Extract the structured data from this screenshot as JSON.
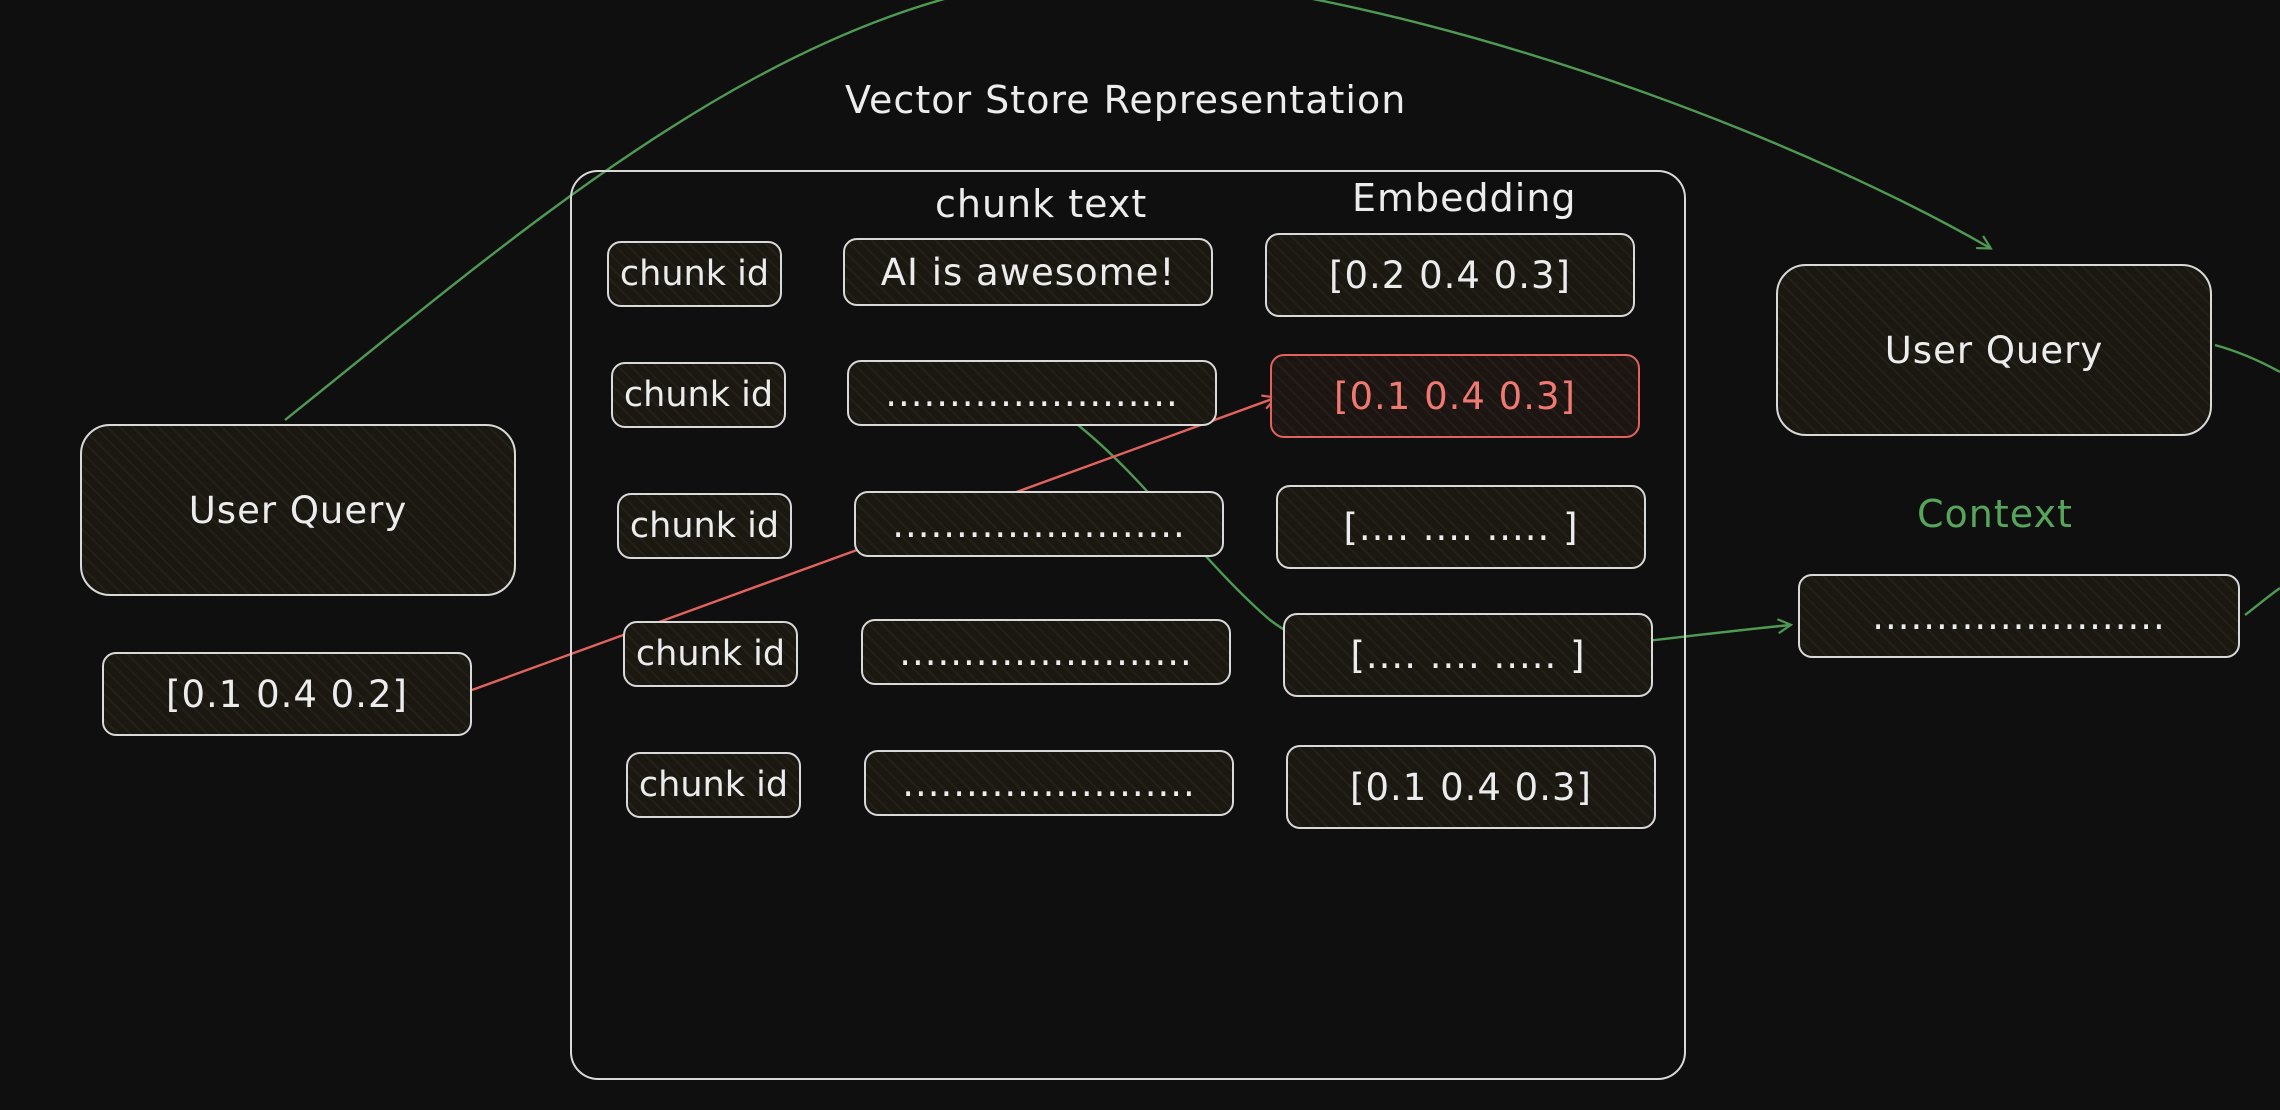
{
  "title": "Vector Store Representation",
  "columns": {
    "chunk_text": "chunk text",
    "embedding": "Embedding"
  },
  "rows": [
    {
      "id": "chunk id",
      "text": "AI is awesome!",
      "embedding": "[0.2 0.4 0.3]"
    },
    {
      "id": "chunk id",
      "text": ".......................",
      "embedding": "[0.1 0.4 0.3]",
      "highlight": true
    },
    {
      "id": "chunk id",
      "text": ".......................",
      "embedding": "[....  .... ..... ]"
    },
    {
      "id": "chunk id",
      "text": ".......................",
      "embedding": "[.... .... ..... ]"
    },
    {
      "id": "chunk id",
      "text": ".......................",
      "embedding": "[0.1 0.4 0.3]"
    }
  ],
  "left": {
    "user_query": "User Query",
    "query_vector": "[0.1 0.4 0.2]"
  },
  "right": {
    "user_query": "User Query",
    "context_label": "Context",
    "context_value": "......................."
  },
  "colors": {
    "background": "#0f0f0f",
    "stroke": "#d9d9d9",
    "match_red": "#e2625c",
    "context_green": "#57a55a"
  }
}
